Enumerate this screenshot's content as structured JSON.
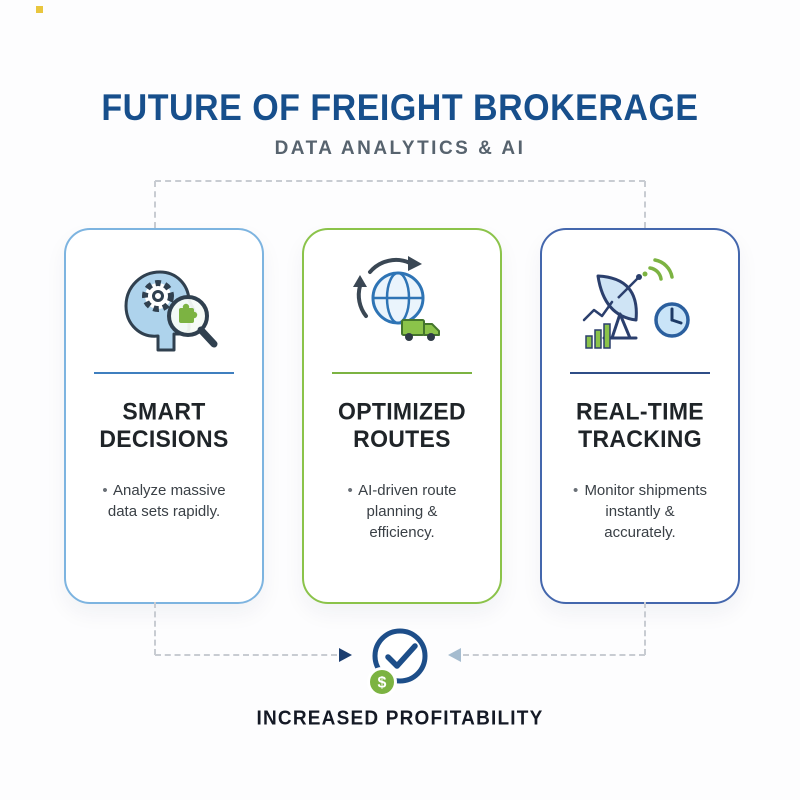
{
  "page": {
    "title": "FUTURE OF FREIGHT BROKERAGE",
    "subtitle": "DATA ANALYTICS & AI"
  },
  "ui": {
    "bullet_marker": "•"
  },
  "cards": [
    {
      "title": "SMART DECISIONS",
      "bullet": "Analyze massive data sets rapidly.",
      "icon": "head-gear-magnifier-icon",
      "accent_color": "#7db4e0",
      "divider_color": "#3f7fbf"
    },
    {
      "title": "OPTIMIZED ROUTES",
      "bullet": "AI-driven route planning & efficiency.",
      "icon": "globe-route-truck-icon",
      "accent_color": "#8bc34a",
      "divider_color": "#7cb342"
    },
    {
      "title": "REAL-TIME TRACKING",
      "bullet": "Monitor shipments instantly & accurately.",
      "icon": "satellite-dish-clock-icon",
      "accent_color": "#4467ad",
      "divider_color": "#2f4d87"
    }
  ],
  "footer": {
    "label": "INCREASED PROFITABILITY",
    "icon": "check-dollar-icon",
    "coin_symbol": "$"
  },
  "colors": {
    "title": "#174f8c",
    "subtitle": "#57636e",
    "dashed_line": "#c8ccd2",
    "arrow_dark": "#1c3e70",
    "arrow_light": "#a5bccf",
    "check_circle": "#1d4e89",
    "coin_green": "#7cb342"
  }
}
